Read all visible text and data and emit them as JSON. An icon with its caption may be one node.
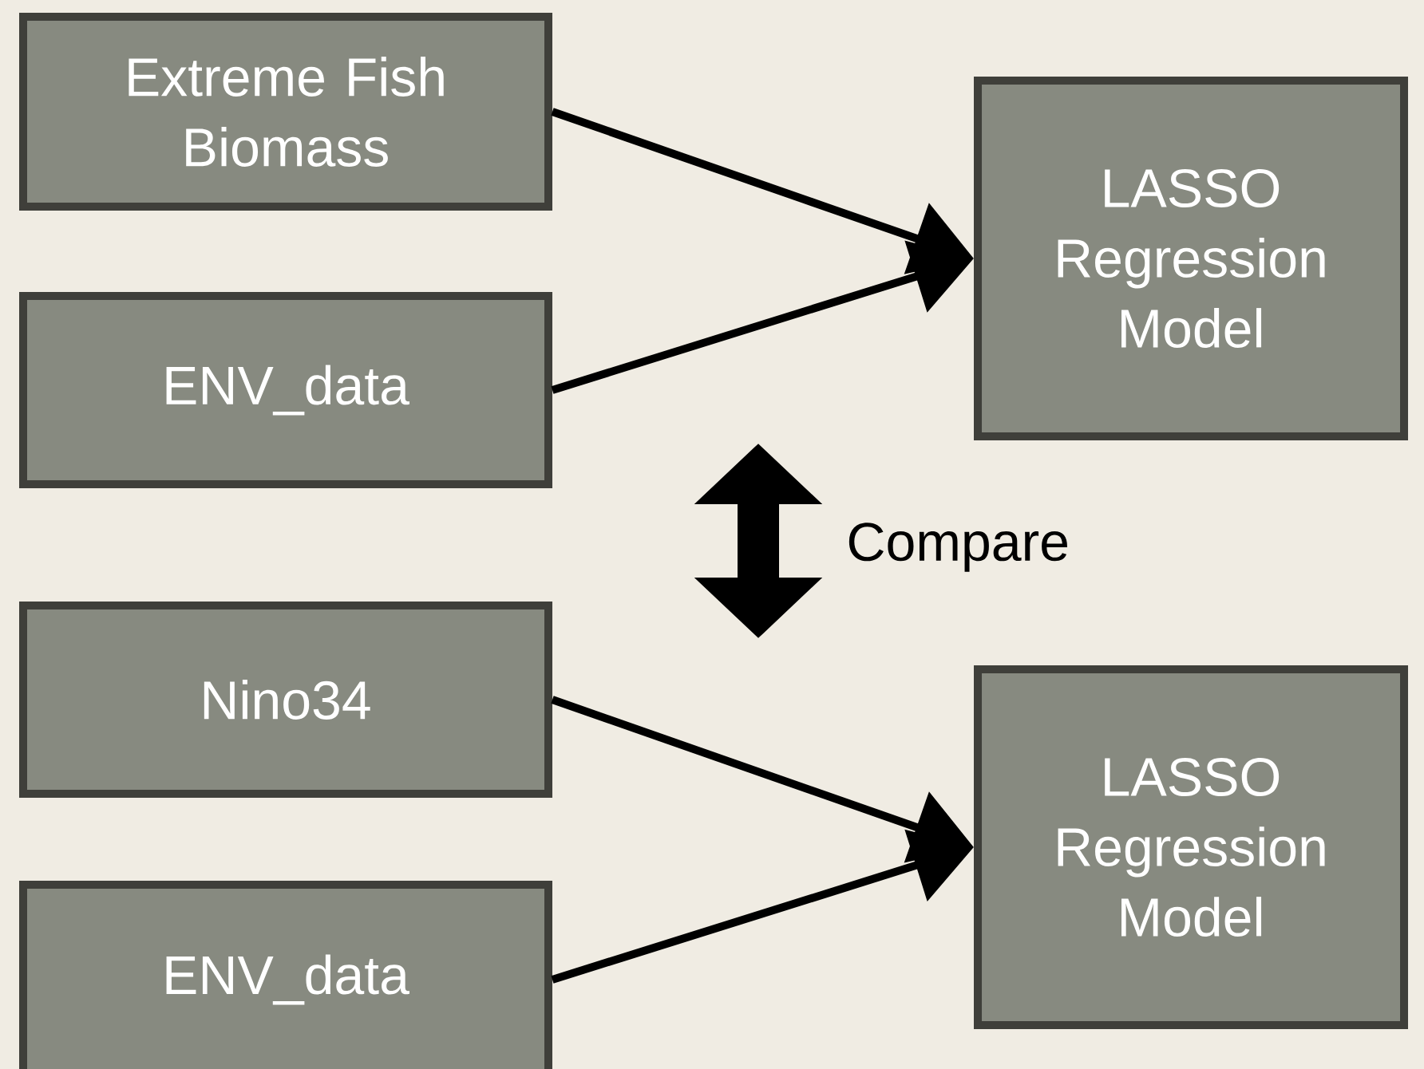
{
  "diagram": {
    "nodes": [
      {
        "text": [
          "Extreme Fish Biomass"
        ]
      },
      {
        "text": [
          "ENV_data"
        ]
      },
      {
        "text": [
          "LASSO Regression Model"
        ]
      },
      {
        "text": [
          "Nino34"
        ]
      },
      {
        "text": [
          "ENV_data"
        ]
      },
      {
        "text": [
          "LASSO Regression Model"
        ]
      }
    ],
    "edges": [
      {
        "from": 0,
        "to": 2,
        "arrow": "to"
      },
      {
        "from": 1,
        "to": 2,
        "arrow": "to"
      },
      {
        "from": 3,
        "to": 5,
        "arrow": "to"
      },
      {
        "from": 4,
        "to": 5,
        "arrow": "to"
      }
    ],
    "labels": [
      "Compare"
    ]
  }
}
